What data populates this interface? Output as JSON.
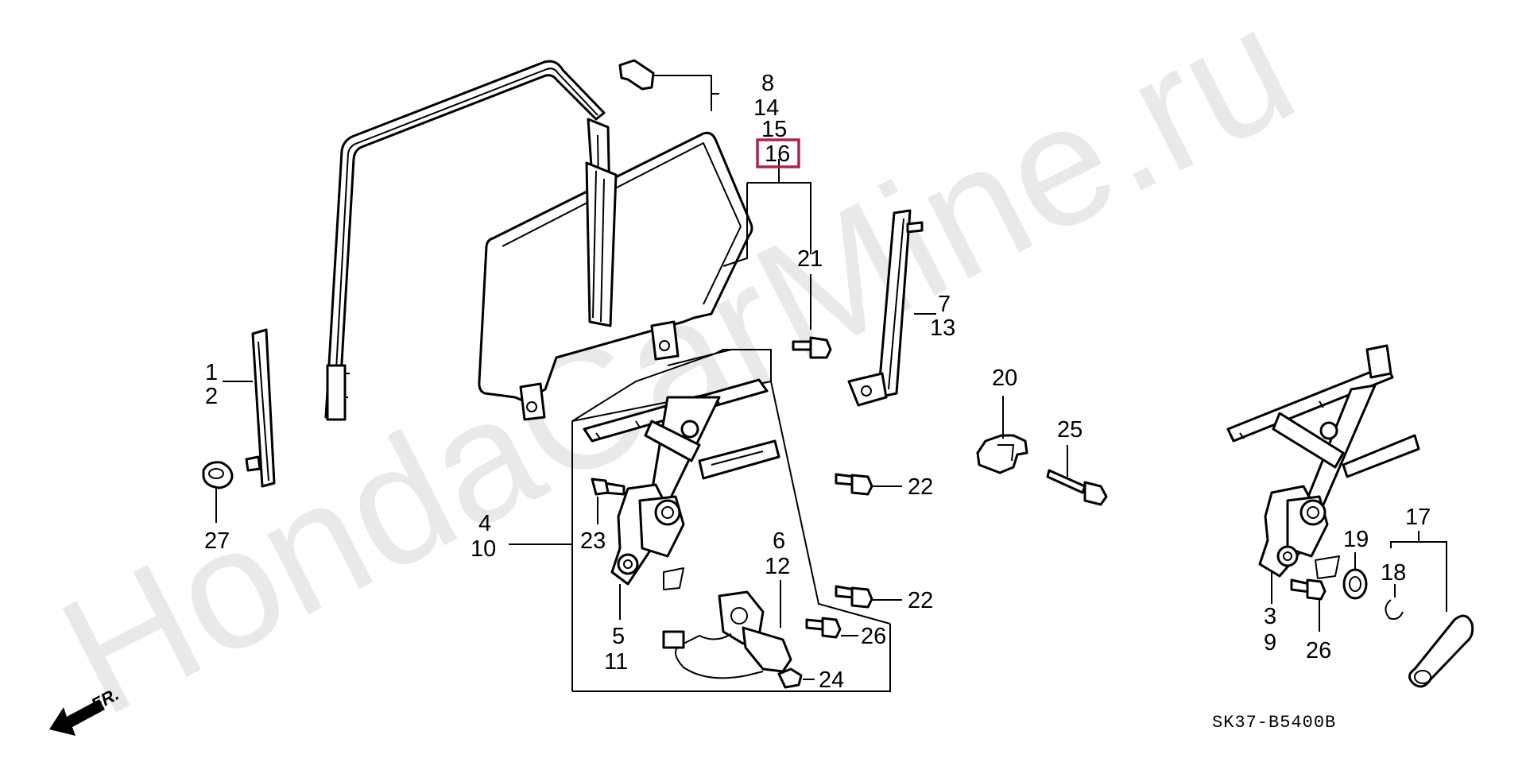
{
  "watermark": "HondaCarMine.ru",
  "diagram_code": "SK37-B5400B",
  "direction_label": "FR.",
  "highlight_color": "#b0234a",
  "callouts": {
    "c1": "1",
    "c2": "2",
    "c3": "3",
    "c4": "4",
    "c5": "5",
    "c6": "6",
    "c7": "7",
    "c8": "8",
    "c9": "9",
    "c10": "10",
    "c11": "11",
    "c12": "12",
    "c13": "13",
    "c14": "14",
    "c15": "15",
    "c16": "16",
    "c17": "17",
    "c18": "18",
    "c19": "19",
    "c20": "20",
    "c21": "21",
    "c22a": "22",
    "c22b": "22",
    "c23": "23",
    "c24": "24",
    "c25": "25",
    "c26a": "26",
    "c26b": "26",
    "c27": "27"
  }
}
